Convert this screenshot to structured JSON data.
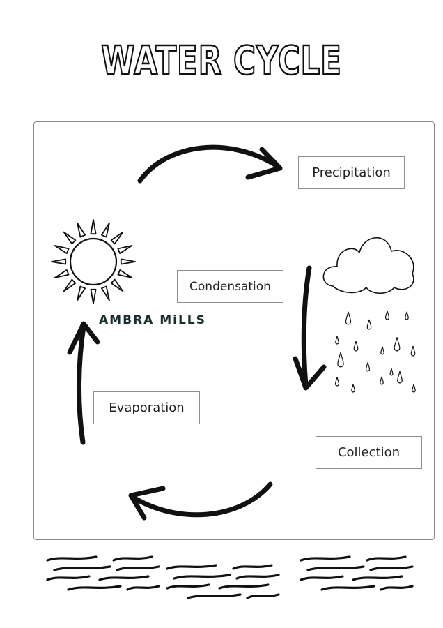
{
  "title": "WATER CYCLE",
  "labels": {
    "precipitation": "Precipitation",
    "condensation": "Condensation",
    "evaporation": "Evaporation",
    "collection": "Collection"
  },
  "author": "AMBRA MiLLS",
  "colors": {
    "ink": "#111111",
    "frame": "#8a8a8a",
    "label_border": "#8f8f8f"
  },
  "icons": [
    "sun-icon",
    "cloud-icon",
    "raindrops-icon",
    "waves-icon",
    "arrow-icon"
  ]
}
